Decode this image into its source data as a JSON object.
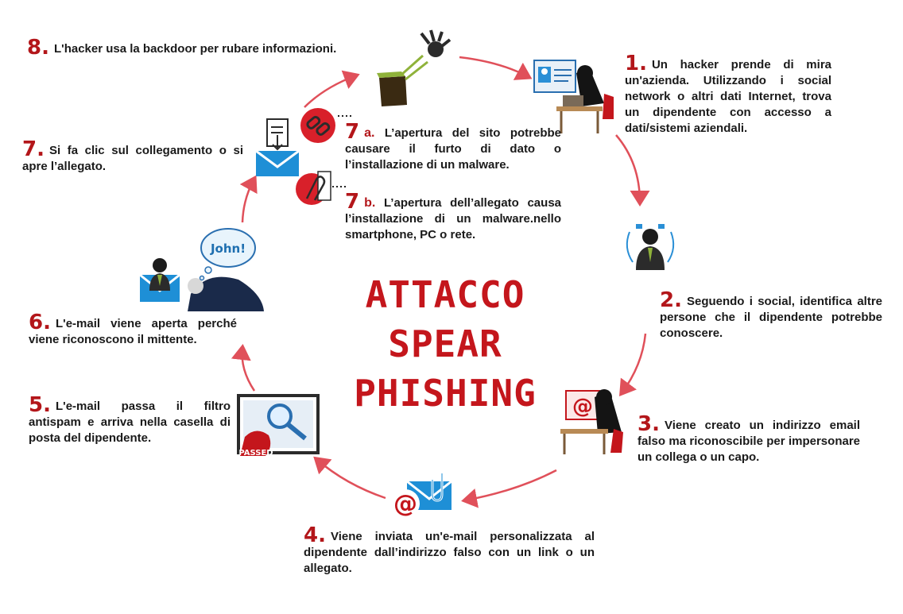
{
  "title_lines": [
    "ATTACCO",
    "SPEAR",
    "PHISHING"
  ],
  "steps": {
    "s1": {
      "num": "1.",
      "text": "Un hacker prende di mira un'azienda. Utilizzando i social network o altri dati Internet, trova un dipendente con accesso a dati/sistemi aziendali."
    },
    "s2": {
      "num": "2.",
      "text": "Seguendo i social, identifica altre persone che il dipendente potrebbe conoscere."
    },
    "s3": {
      "num": "3.",
      "text": "Viene creato un indirizzo email falso ma riconoscibile per impersonare un collega o un capo."
    },
    "s4": {
      "num": "4.",
      "text": "Viene inviata un'e-mail personalizzata al dipendente dall’indirizzo falso con un link o un allegato."
    },
    "s5": {
      "num": "5.",
      "text": "L'e-mail passa il filtro antispam e arriva nella casella di posta del dipendente."
    },
    "s6": {
      "num": "6.",
      "text": "L'e-mail viene aperta perché viene riconoscono il mittente."
    },
    "s7": {
      "num": "7.",
      "text": "Si fa clic sul collegamento o si apre l’allegato."
    },
    "s7a": {
      "num": "7",
      "sub": "a.",
      "text": "L’apertura del sito potrebbe causare il furto di dato o l’installazione di un malware."
    },
    "s7b": {
      "num": "7",
      "sub": "b.",
      "text": "L’apertura dell’allegato causa l’installazione di un malware.nello smartphone, PC o rete."
    },
    "s8": {
      "num": "8.",
      "text": "L'hacker usa la backdoor per rubare informazioni."
    }
  },
  "icon_labels": {
    "bubble": "John!",
    "stamp": "PASSED"
  },
  "colors": {
    "accent": "#c4161c",
    "arrow": "#e0505a",
    "email_blue": "#1e8fd6"
  }
}
